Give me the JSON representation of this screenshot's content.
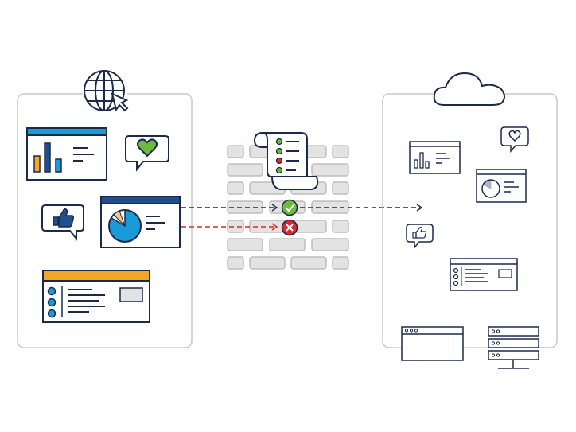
{
  "colors": {
    "navy": "#1b2a4a",
    "frame": "#c8c8c8",
    "brick_fill": "#e3e3e3",
    "brick_stroke": "#bdbdbd",
    "blue": "#1a9ad6",
    "blue_dark": "#1f6fb2",
    "orange": "#f5a623",
    "green": "#6cbb3c",
    "red": "#e0262b",
    "header_blue": "#1a9ad6",
    "header_navy": "#1f4f8f",
    "peach": "#f6c68a"
  },
  "icons": {
    "internet": "globe-cursor-icon",
    "cloud": "cloud-icon",
    "policy": "policy-scroll-icon",
    "firewall": "firewall-icon",
    "allowed": "check-circle-icon",
    "blocked": "x-circle-icon",
    "server": "server-icon"
  },
  "flows": [
    {
      "name": "allowed-traffic",
      "status": "allowed"
    },
    {
      "name": "blocked-traffic",
      "status": "blocked"
    }
  ]
}
